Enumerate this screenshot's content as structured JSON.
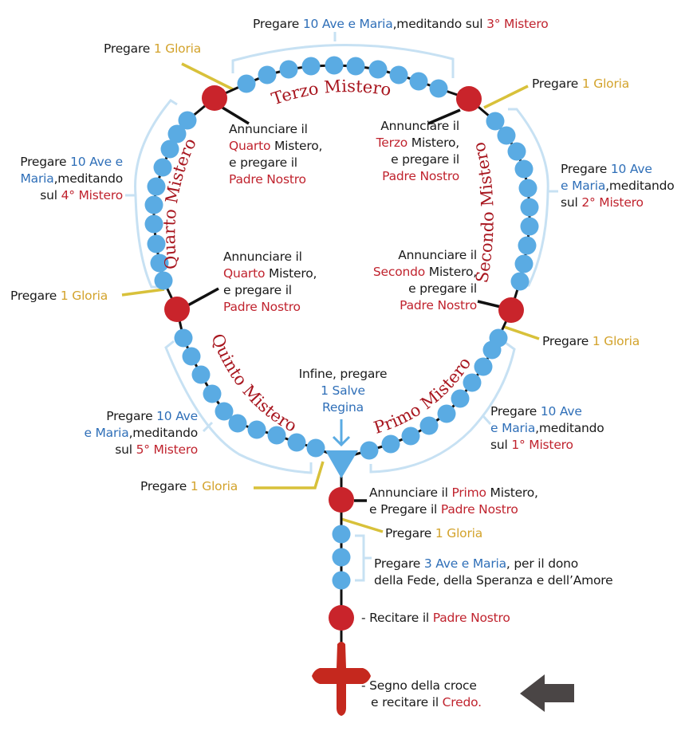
{
  "colors": {
    "ave_bead": "#5aabe3",
    "paternoster_bead": "#c9242b",
    "chain": "#111111",
    "bracket": "#c7e1f3",
    "gloria_line": "#d8c13a",
    "accent_blue": "#2f6fb8",
    "accent_red": "#c0232e",
    "accent_gold": "#d3a32c",
    "arrow": "#4a4545",
    "cross": "#c5281e"
  },
  "mysteries": {
    "first": "Primo Mistero",
    "second": "Secondo Mistero",
    "third": "Terzo Mistero",
    "fourth": "Quarto Mistero",
    "fifth": "Quinto Mistero"
  },
  "labels": {
    "top_decade": {
      "a": "Pregare ",
      "b": "10 Ave e Maria",
      "c": ",meditando sul ",
      "d": "3° Mistero"
    },
    "gloria_top_left": {
      "a": "Pregare ",
      "b": "1 Gloria"
    },
    "gloria_top_right": {
      "a": "Pregare ",
      "b": "1 Gloria"
    },
    "gloria_mid_left": {
      "a": "Pregare ",
      "b": "1 Gloria"
    },
    "gloria_mid_right": {
      "a": "Pregare ",
      "b": "1 Gloria"
    },
    "gloria_bottom": {
      "a": "Pregare ",
      "b": "1 Gloria"
    },
    "gloria_stem": {
      "a": "Pregare ",
      "b": "1 Gloria"
    },
    "announce_top_left": {
      "l1": "Annunciare il",
      "l2a": "Quarto",
      "l2b": " Mistero,",
      "l3": "e pregare il",
      "l4": "Padre Nostro"
    },
    "announce_top_right": {
      "l1": "Annunciare il",
      "l2a": "Terzo",
      "l2b": " Mistero,",
      "l3": "e pregare il",
      "l4": "Padre Nostro"
    },
    "announce_mid_left": {
      "l1": "Annunciare il",
      "l2a": "Quarto",
      "l2b": " Mistero,",
      "l3": "e pregare il",
      "l4": "Padre Nostro"
    },
    "announce_mid_right": {
      "l1": "Annunciare il",
      "l2a": "Secondo",
      "l2b": " Mistero,",
      "l3": "e pregare il",
      "l4": "Padre Nostro"
    },
    "decade_left": {
      "l1a": "Pregare ",
      "l1b": "10 Ave e",
      "l2a": "Maria",
      "l2b": ",meditando",
      "l3a": "sul ",
      "l3b": "4° Mistero"
    },
    "decade_right": {
      "l1a": "Pregare ",
      "l1b": "10 Ave",
      "l2a": "e Maria",
      "l2b": ",meditando",
      "l3a": "sul ",
      "l3b": "2° Mistero"
    },
    "decade_bottom_left": {
      "l1a": "Pregare ",
      "l1b": "10 Ave",
      "l2a": "e Maria",
      "l2b": ",meditando",
      "l3a": "sul ",
      "l3b": "5° Mistero"
    },
    "decade_bottom_right": {
      "l1a": "Pregare ",
      "l1b": "10 Ave",
      "l2a": "e Maria",
      "l2b": ",meditando",
      "l3a": "sul ",
      "l3b": "1° Mistero"
    },
    "salve": {
      "l1": "Infine, pregare",
      "l2": "1 Salve",
      "l3": "Regina"
    },
    "announce_first": {
      "l1a": "Annunciare il ",
      "l1b": "Primo",
      "l1c": " Mistero,",
      "l2a": "e Pregare il ",
      "l2b": "Padre Nostro"
    },
    "three_aves": {
      "l1a": "Pregare ",
      "l1b": "3 Ave e Maria",
      "l1c": ", per il dono",
      "l2": "della Fede, della Speranza e dell’Amore"
    },
    "our_father": {
      "a": "- Recitare il ",
      "b": "Padre Nostro"
    },
    "creed": {
      "l1": "- Segno della croce",
      "l2a": "e recitare il ",
      "l2b": "Credo."
    }
  },
  "icons": {
    "cross": "crucifix-icon",
    "arrow": "arrow-left-icon",
    "salve_arrow": "arrow-down-icon",
    "centerpiece": "triangle-centerpiece"
  }
}
